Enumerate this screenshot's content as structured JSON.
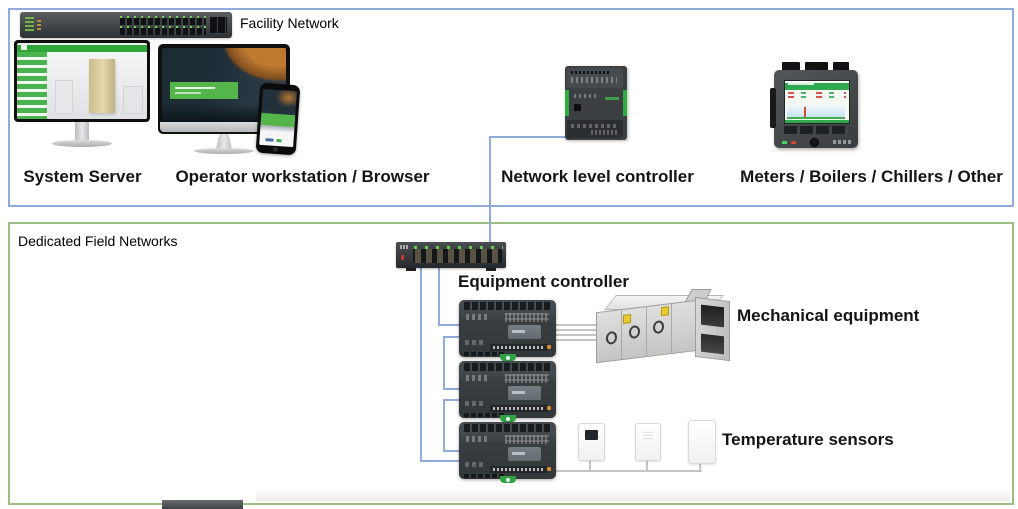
{
  "facility": {
    "label": "Facility Network",
    "nodes": [
      {
        "id": "system-server",
        "label": "System Server"
      },
      {
        "id": "operator-workstation",
        "label": "Operator workstation / Browser"
      },
      {
        "id": "network-level-controller",
        "label": "Network level controller"
      },
      {
        "id": "meters",
        "label": "Meters / Boilers / Chillers / Other"
      }
    ]
  },
  "field": {
    "label": "Dedicated Field Networks",
    "nodes": [
      {
        "id": "equipment-controller",
        "label": "Equipment controller",
        "count": 3
      },
      {
        "id": "mechanical-equipment",
        "label": "Mechanical equipment"
      },
      {
        "id": "temperature-sensors",
        "label": "Temperature sensors",
        "count": 3
      }
    ]
  },
  "connections": [
    {
      "from": "network-level-controller",
      "to": "field-switch",
      "style": "blue"
    },
    {
      "from": "field-switch",
      "to": "equipment-controller-1",
      "style": "blue"
    },
    {
      "from": "field-switch",
      "to": "equipment-controller-3",
      "style": "blue"
    },
    {
      "from": "equipment-controller-1",
      "to": "equipment-controller-2",
      "style": "blue"
    },
    {
      "from": "equipment-controller-2",
      "to": "equipment-controller-3",
      "style": "blue"
    },
    {
      "from": "equipment-controller-1",
      "to": "mechanical-equipment",
      "style": "gray"
    },
    {
      "from": "equipment-controller-3",
      "to": "temperature-sensors",
      "style": "gray"
    }
  ],
  "colors": {
    "facility_border": "#8FAADC",
    "field_border": "#9CC084",
    "connector_blue": "#8FAADC",
    "connector_gray": "#C4C4C2",
    "accent_green": "#2FA84E"
  }
}
